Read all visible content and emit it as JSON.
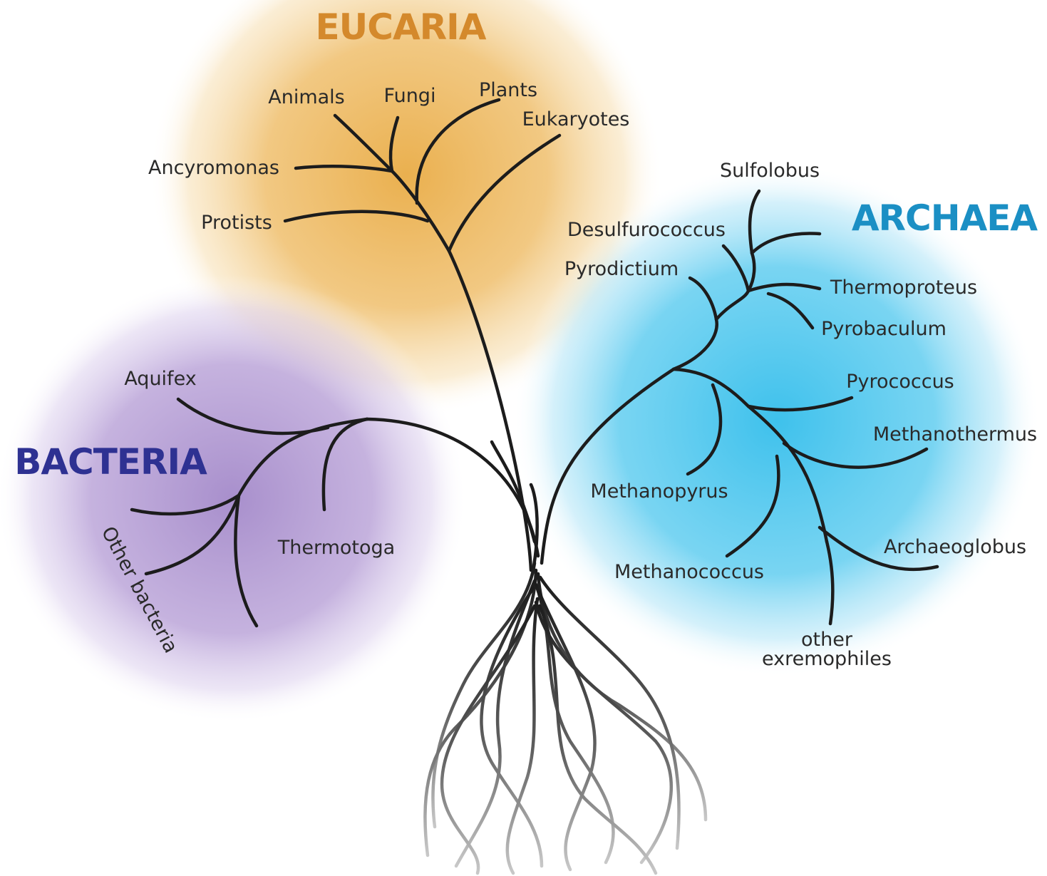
{
  "domains": {
    "eucaria": {
      "title": "EUCARIA",
      "color": "#d4892c",
      "glow": "#eeb657"
    },
    "archaea": {
      "title": "ARCHAEA",
      "color": "#1b8fc4",
      "glow": "#45c3ee"
    },
    "bacteria": {
      "title": "BACTERIA",
      "color": "#2e3192",
      "glow": "#b59fd6"
    }
  },
  "taxa": {
    "animals": "Animals",
    "fungi": "Fungi",
    "plants": "Plants",
    "eukaryotes": "Eukaryotes",
    "ancyromonas": "Ancyromonas",
    "protists": "Protists",
    "sulfolobus": "Sulfolobus",
    "desulfurococcus": "Desulfurococcus",
    "pyrodictium": "Pyrodictium",
    "thermoproteus": "Thermoproteus",
    "pyrobaculum": "Pyrobaculum",
    "pyrococcus": "Pyrococcus",
    "methanothermus": "Methanothermus",
    "methanopyrus": "Methanopyrus",
    "archaeoglobus": "Archaeoglobus",
    "methanococcus": "Methanococcus",
    "other_line1": "other",
    "other_line2": "exremophiles",
    "aquifex": "Aquifex",
    "thermotoga": "Thermotoga",
    "other_bacteria": "Other bacteria"
  }
}
